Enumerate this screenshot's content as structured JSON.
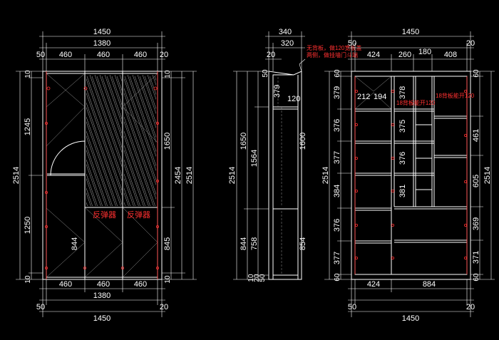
{
  "front_elevation": {
    "dims_top": {
      "overall": "1450",
      "inner": "1380",
      "left_side": "50",
      "right_side": "20",
      "door_1": "460",
      "door_2": "460",
      "door_3": "460"
    },
    "dims_bottom": {
      "door_1": "460",
      "door_2": "460",
      "door_3": "460",
      "inner": "1380",
      "left_side": "50",
      "right_side": "20",
      "overall": "1450"
    },
    "dims_left": {
      "top_gap": "10",
      "upper": "1245",
      "lower": "1250",
      "bottom_gap": "10",
      "total": "2514"
    },
    "dims_right": {
      "top_gap": "10",
      "upper": "1650",
      "lower": "845",
      "bottom_gap": "10",
      "door_total": "2454",
      "total": "2514"
    },
    "dim_inner_lower": "844",
    "rebound_label_1": "反弹器",
    "rebound_label_2": "反弹器"
  },
  "section": {
    "dims_top": {
      "depth_overall": "340",
      "depth_inner": "320",
      "left_part": "20"
    },
    "dims_left": {
      "total": "2514",
      "upper_outer": "1650",
      "upper_inner": "1564",
      "lower_outer": "844",
      "lower_inner": "758",
      "top_gap": "50",
      "bottom_a": "10",
      "bottom_b": "20",
      "bottom_c": "50"
    },
    "dims_inner": {
      "top_compartment": "379",
      "top_depth": "120",
      "upper_height": "1600",
      "lower_height": "854"
    },
    "note": [
      "无背板，做120宽板盖",
      "两侧，做挂墙门斗端"
    ]
  },
  "interior_elevation": {
    "dims_top": {
      "overall": "1450",
      "left_side": "50",
      "right_side": "20",
      "col_1": "424",
      "col_2": "260",
      "col_3": "180",
      "col_4": "408"
    },
    "dims_bottom": {
      "col_left": "424",
      "col_right": "884",
      "left_side": "50",
      "right_side": "20",
      "overall": "1450"
    },
    "dims_left": {
      "top": "60",
      "r1": "379",
      "r2": "376",
      "r3": "377",
      "r4": "384",
      "r5": "376",
      "r6": "377",
      "bottom": "60",
      "total": "2514"
    },
    "dims_right": {
      "top": "60",
      "r1": "461",
      "r2": "605",
      "r3": "369",
      "r4": "371",
      "bottom": "60",
      "total": "2514"
    },
    "dims_inner": {
      "w1": "212",
      "w2": "194",
      "h1": "378",
      "h2": "375",
      "h3": "376",
      "h4": "381"
    },
    "notes": {
      "left_board": "18背板能开120",
      "right_board": "18背板能开120"
    }
  }
}
